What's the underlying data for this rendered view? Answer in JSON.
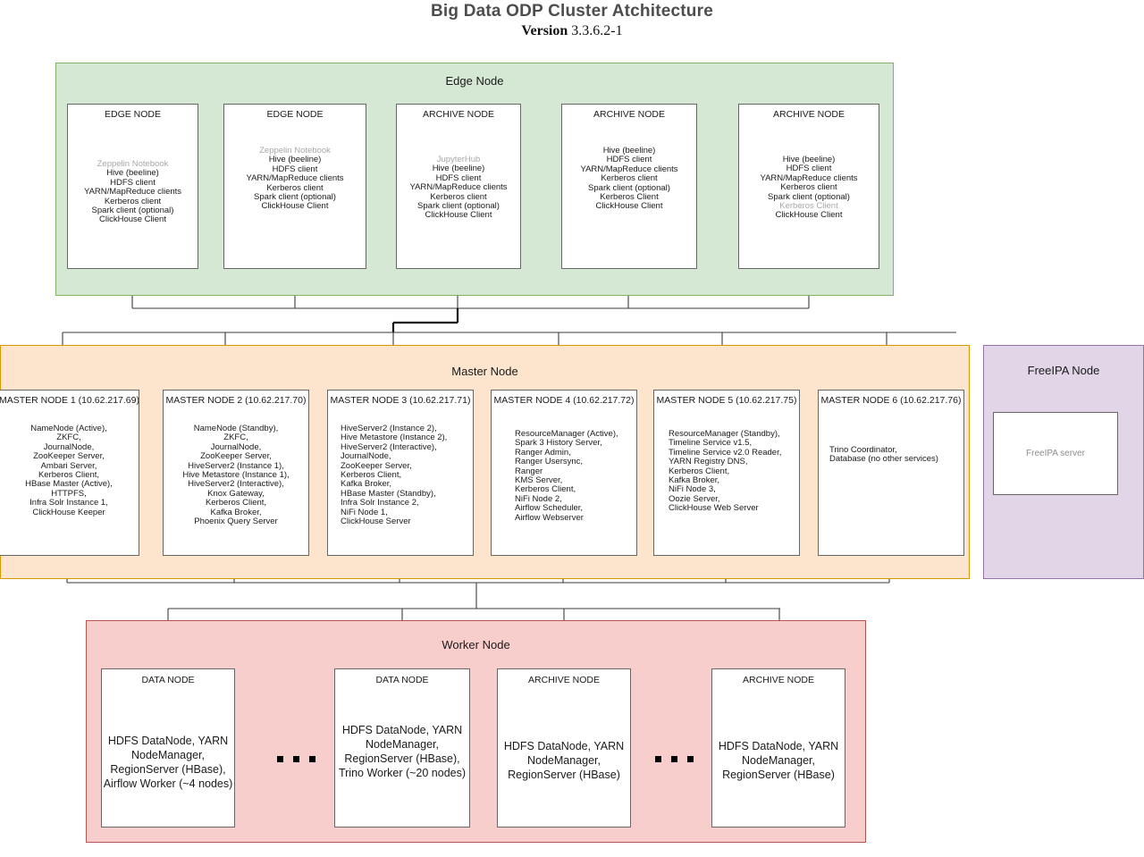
{
  "header": {
    "title": "Big Data ODP Cluster Atchitecture",
    "version_label": "Version",
    "version_value": "3.3.6.2-1"
  },
  "colors": {
    "edge_bg": "#d5e8d4",
    "edge_border": "#82b366",
    "master_bg": "#fce4cd",
    "master_border": "#d79b00",
    "worker_bg": "#f8cecc",
    "worker_border": "#b85450",
    "ipa_bg": "#e1d5e7",
    "ipa_border": "#9673a6",
    "node_bg": "#ffffff",
    "node_border": "#666666",
    "dim_text": "#a8a8a8"
  },
  "sections": {
    "edge": {
      "title": "Edge Node",
      "nodes": [
        {
          "head": "EDGE NODE",
          "services": [
            {
              "text": "Zeppelin Notebook",
              "dim": true
            },
            {
              "text": "Hive (beeline)",
              "dim": false
            },
            {
              "text": "HDFS client",
              "dim": false
            },
            {
              "text": "YARN/MapReduce clients",
              "dim": false
            },
            {
              "text": "Kerberos client",
              "dim": false
            },
            {
              "text": "Spark client (optional)",
              "dim": false
            },
            {
              "text": "ClickHouse Client",
              "dim": false
            }
          ]
        },
        {
          "head": "EDGE NODE",
          "services": [
            {
              "text": "Zeppelin Notebook",
              "dim": true
            },
            {
              "text": "Hive (beeline)",
              "dim": false
            },
            {
              "text": "HDFS client",
              "dim": false
            },
            {
              "text": "YARN/MapReduce clients",
              "dim": false
            },
            {
              "text": "Kerberos client",
              "dim": false
            },
            {
              "text": "Spark client (optional)",
              "dim": false
            },
            {
              "text": "ClickHouse Client",
              "dim": false
            }
          ]
        },
        {
          "head": "ARCHIVE NODE",
          "services": [
            {
              "text": "JupyterHub",
              "dim": true
            },
            {
              "text": "Hive (beeline)",
              "dim": false
            },
            {
              "text": "HDFS client",
              "dim": false
            },
            {
              "text": "YARN/MapReduce clients",
              "dim": false
            },
            {
              "text": "Kerberos client",
              "dim": false
            },
            {
              "text": "Spark client (optional)",
              "dim": false
            },
            {
              "text": "ClickHouse Client",
              "dim": false
            }
          ]
        },
        {
          "head": "ARCHIVE NODE",
          "services": [
            {
              "text": "Hive (beeline)",
              "dim": false
            },
            {
              "text": "HDFS client",
              "dim": false
            },
            {
              "text": "YARN/MapReduce clients",
              "dim": false
            },
            {
              "text": "Kerberos client",
              "dim": false
            },
            {
              "text": "Spark client (optional)",
              "dim": false
            },
            {
              "text": "Kerberos Client",
              "dim": false
            },
            {
              "text": "ClickHouse Client",
              "dim": false
            }
          ]
        },
        {
          "head": "ARCHIVE NODE",
          "services": [
            {
              "text": "Hive (beeline)",
              "dim": false
            },
            {
              "text": "HDFS client",
              "dim": false
            },
            {
              "text": "YARN/MapReduce clients",
              "dim": false
            },
            {
              "text": "Kerberos client",
              "dim": false
            },
            {
              "text": "Spark client (optional)",
              "dim": false
            },
            {
              "text": "Kerberos Client",
              "dim": true
            },
            {
              "text": "ClickHouse Client",
              "dim": false
            }
          ]
        }
      ]
    },
    "master": {
      "title": "Master Node",
      "nodes": [
        {
          "head": "MASTER NODE 1 (10.62.217.69)",
          "align": "center",
          "services": [
            {
              "text": "NameNode (Active),",
              "dim": false
            },
            {
              "text": "ZKFC,",
              "dim": false
            },
            {
              "text": "JournalNode,",
              "dim": false
            },
            {
              "text": "ZooKeeper Server,",
              "dim": false
            },
            {
              "text": "Ambari Server,",
              "dim": false
            },
            {
              "text": "Kerberos Client,",
              "dim": false
            },
            {
              "text": "HBase Master (Active),",
              "dim": false
            },
            {
              "text": "HTTPFS,",
              "dim": false
            },
            {
              "text": "Infra Solr Instance 1,",
              "dim": false
            },
            {
              "text": "ClickHouse Keeper",
              "dim": false
            }
          ]
        },
        {
          "head": "MASTER NODE 2 (10.62.217.70)",
          "align": "center",
          "services": [
            {
              "text": "NameNode (Standby),",
              "dim": false
            },
            {
              "text": "ZKFC,",
              "dim": false
            },
            {
              "text": "JournalNode,",
              "dim": false
            },
            {
              "text": "ZooKeeper Server,",
              "dim": false
            },
            {
              "text": "HiveServer2 (Instance 1),",
              "dim": false
            },
            {
              "text": "Hive Metastore (Instance 1),",
              "dim": false
            },
            {
              "text": "HiveServer2 (Interactive),",
              "dim": false
            },
            {
              "text": "Knox Gateway,",
              "dim": false
            },
            {
              "text": "Kerberos Client,",
              "dim": false
            },
            {
              "text": "Kafka Broker,",
              "dim": false
            },
            {
              "text": "Phoenix Query Server",
              "dim": false
            }
          ]
        },
        {
          "head": "MASTER NODE 3 (10.62.217.71)",
          "align": "left",
          "services": [
            {
              "text": "HiveServer2 (Instance 2),",
              "dim": false
            },
            {
              "text": "Hive Metastore (Instance 2),",
              "dim": false
            },
            {
              "text": "HiveServer2 (Interactive),",
              "dim": false
            },
            {
              "text": "JournalNode,",
              "dim": false
            },
            {
              "text": "ZooKeeper Server,",
              "dim": false
            },
            {
              "text": "Kerberos Client,",
              "dim": false
            },
            {
              "text": "Kafka Broker,",
              "dim": false
            },
            {
              "text": "HBase Master (Standby),",
              "dim": false
            },
            {
              "text": "Infra Solr Instance 2,",
              "dim": false
            },
            {
              "text": "NiFi Node 1,",
              "dim": false
            },
            {
              "text": "ClickHouse Server",
              "dim": false
            }
          ]
        },
        {
          "head": "MASTER NODE 4 (10.62.217.72)",
          "align": "left",
          "services": [
            {
              "text": "ResourceManager (Active),",
              "dim": false
            },
            {
              "text": "Spark 3 History Server,",
              "dim": false
            },
            {
              "text": "Ranger Admin,",
              "dim": false
            },
            {
              "text": "Ranger Usersync,",
              "dim": false
            },
            {
              "text": "Ranger",
              "dim": false
            },
            {
              "text": "KMS Server,",
              "dim": false
            },
            {
              "text": "Kerberos Client,",
              "dim": false
            },
            {
              "text": "NiFi Node 2,",
              "dim": false
            },
            {
              "text": "Airflow Scheduler,",
              "dim": false
            },
            {
              "text": "Airflow Webserver",
              "dim": false
            }
          ]
        },
        {
          "head": "MASTER NODE 5 (10.62.217.75)",
          "align": "left",
          "services": [
            {
              "text": "ResourceManager (Standby),",
              "dim": false
            },
            {
              "text": "Timeline Service v1.5,",
              "dim": false
            },
            {
              "text": "Timeline Service v2.0 Reader,",
              "dim": false
            },
            {
              "text": "YARN Registry DNS,",
              "dim": false
            },
            {
              "text": "Kerberos Client,",
              "dim": false
            },
            {
              "text": "Kafka Broker,",
              "dim": false
            },
            {
              "text": "NiFi Node 3,",
              "dim": false
            },
            {
              "text": "Oozie Server,",
              "dim": false
            },
            {
              "text": "ClickHouse Web Server",
              "dim": false
            }
          ]
        },
        {
          "head": "MASTER NODE 6 (10.62.217.76)",
          "align": "left",
          "services": [
            {
              "text": "Trino Coordinator,",
              "dim": false
            },
            {
              "text": "Database (no other services)",
              "dim": false
            }
          ]
        }
      ]
    },
    "freeipa": {
      "title": "FreeIPA Node",
      "inner_label": "FreeIPA server"
    },
    "worker": {
      "title": "Worker Node",
      "nodes": [
        {
          "head": "DATA NODE",
          "lines": [
            "HDFS DataNode, YARN",
            "NodeManager,",
            "RegionServer (HBase),",
            "Airflow Worker (~4 nodes)"
          ]
        },
        {
          "head": "DATA NODE",
          "lines": [
            "HDFS DataNode, YARN",
            "NodeManager,",
            "RegionServer (HBase),",
            "Trino Worker (~20 nodes)"
          ]
        },
        {
          "head": "ARCHIVE NODE",
          "lines": [
            "HDFS DataNode, YARN",
            "NodeManager,",
            "RegionServer (HBase)"
          ]
        },
        {
          "head": "ARCHIVE NODE",
          "lines": [
            "HDFS DataNode, YARN",
            "NodeManager,",
            "RegionServer (HBase)"
          ]
        }
      ],
      "ellipsis_count": 3
    }
  }
}
